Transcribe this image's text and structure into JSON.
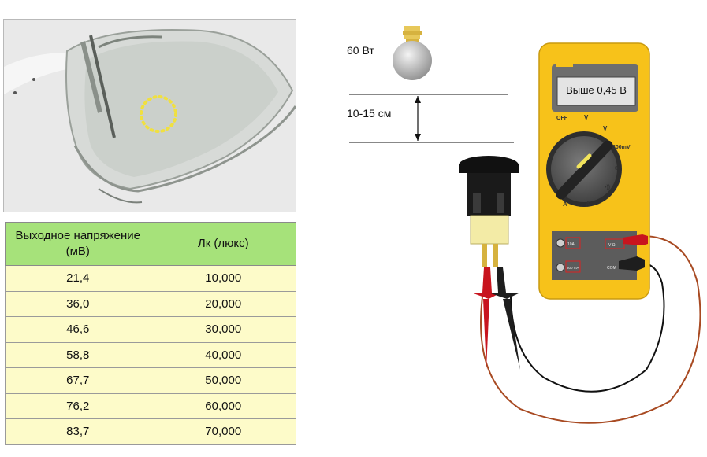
{
  "lamp": {
    "power_label": "60 Вт"
  },
  "distance": {
    "label": "10-15 см"
  },
  "multimeter": {
    "display_text": "Выше 0,45 В",
    "dial_labels": {
      "off": "OFF",
      "v_ac": "V",
      "v_dc": "V",
      "mv": "300mV",
      "zero": "0",
      "a_ac": "A",
      "a_dc": "A",
      "continuity": "•))"
    },
    "jack_labels": {
      "amps": "10A",
      "ma": "300 mA",
      "vohm": "V Ω",
      "com": "COM"
    }
  },
  "table": {
    "headers": [
      "Выходное напряжение (мВ)",
      "Лк (люкс)"
    ],
    "rows": [
      [
        "21,4",
        "10,000"
      ],
      [
        "36,0",
        "20,000"
      ],
      [
        "46,6",
        "30,000"
      ],
      [
        "58,8",
        "40,000"
      ],
      [
        "67,7",
        "50,000"
      ],
      [
        "76,2",
        "60,000"
      ],
      [
        "83,7",
        "70,000"
      ]
    ]
  },
  "colors": {
    "table_header": "#a6e27a",
    "table_body": "#fdfbc9",
    "multimeter_body": "#f7c21a",
    "sensor_ring": "#f0e040",
    "probe_red": "#c8141e",
    "probe_black": "#1e1e1e"
  }
}
